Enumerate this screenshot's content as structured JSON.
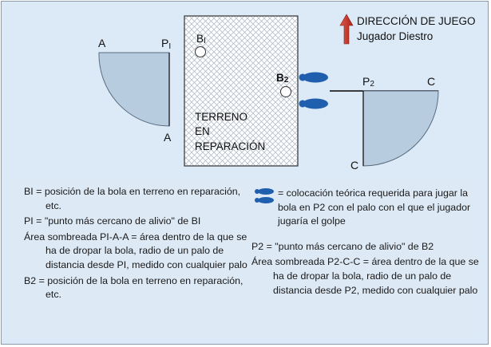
{
  "header": {
    "direction": "DIRECCIÓN DE JUEGO",
    "player": "Jugador Diestro"
  },
  "diagram": {
    "label_a_top": "A",
    "label_p1_main": "P",
    "label_p1_sub": "I",
    "label_a_bottom": "A",
    "label_b1_main": "B",
    "label_b1_sub": "I",
    "label_b2_main": "B",
    "label_b2_sub": "2",
    "label_p2_main": "P",
    "label_p2_sub": "2",
    "label_c_top": "C",
    "label_c_bottom": "C",
    "gur_line1": "TERRENO",
    "gur_line2": "EN",
    "gur_line3": "REPARACIÓN"
  },
  "legend": {
    "b1_def": "BI = posición de la bola en terreno en reparación, etc.",
    "p1_def": "PI = \"punto más cercano de alivio\" de BI",
    "area1_def": "Área sombreada PI-A-A = área dentro de la que se ha de dropar la bola, radio de un palo de distancia desde PI, medido con cualquier palo",
    "b2_def": "B2 = posición de la bola en terreno en reparación, etc.",
    "feet_def": "= colocación teórica requerida para jugar la bola en P2 con el palo con el que el jugador jugaría el golpe",
    "p2_def": "P2 = \"punto más cercano de alivio\" de B2",
    "area2_def": "Área sombreada P2-C-C = área dentro de la que se ha de dropar la bola, radio de un palo de distancia desde P2, medido con cualquier palo"
  },
  "colors": {
    "arrow": "#c0392b",
    "shade": "#b8cce0",
    "feet": "#1f5fae",
    "background": "#dce9f6"
  }
}
